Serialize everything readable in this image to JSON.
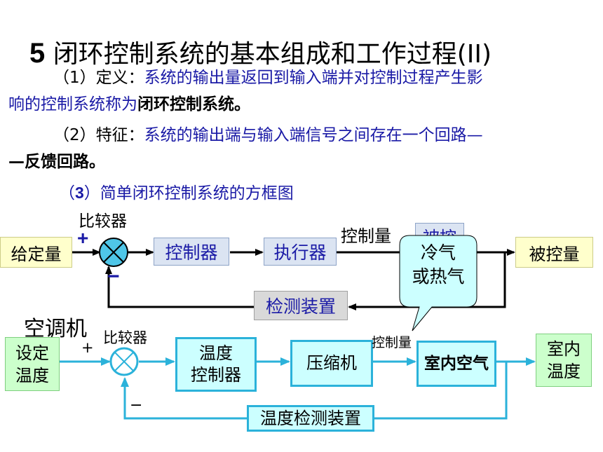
{
  "title": {
    "number": "5",
    "text": "闭环控制系统的基本组成和工作过程(II)"
  },
  "definition": {
    "line1_prefix": "（1）定义：",
    "line1_text": "系统的输出量返回到输入端并对控制过程产生影",
    "line2_text": "响的控制系统称为",
    "line2_bold": "闭环控制系统。"
  },
  "feature": {
    "line1_prefix": "（2）特征：",
    "line1_text": "系统的输出端与输入端信号之间存在一个回路—",
    "line2_bold": "—反馈回路。"
  },
  "diagram_heading": {
    "prefix": "（",
    "num": "3",
    "text": "）简单闭环控制系统的方框图"
  },
  "diagram1": {
    "comparator_label": "比较器",
    "input": "给定量",
    "controller": "控制器",
    "actuator": "执行器",
    "controlled_label": "控制量",
    "plant_partial": "被控",
    "output": "被控量",
    "feedback": "检测装置",
    "plus": "+",
    "minus": "−",
    "callout_line1": "冷气",
    "callout_line2": "或热气"
  },
  "diagram2": {
    "title": "空调机",
    "comparator_label": "比较器",
    "input_line1": "设定",
    "input_line2": "温度",
    "controller_line1": "温度",
    "controller_line2": "控制器",
    "compressor": "压缩机",
    "controlled_label": "控制量",
    "plant": "室内空气",
    "output_line1": "室内",
    "output_line2": "温度",
    "feedback": "温度检测装置",
    "plus": "+",
    "minus": "−"
  },
  "colors": {
    "text_blue": "#1a1aa6",
    "arrow_dark": "#000000",
    "arrow_cyan": "#2bb2da"
  }
}
